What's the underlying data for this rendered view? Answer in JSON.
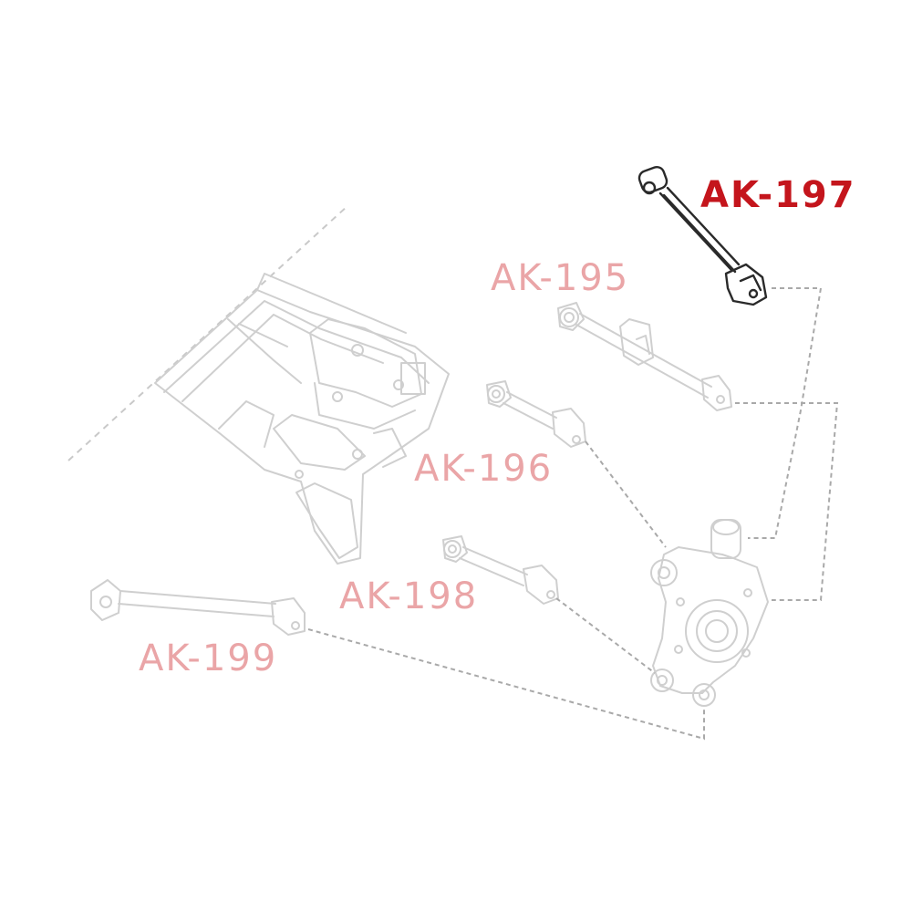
{
  "labels": {
    "ak197": "AK-197",
    "ak195": "AK-195",
    "ak196": "AK-196",
    "ak198": "AK-198",
    "ak199": "AK-199"
  },
  "highlighted_part": "AK-197",
  "colors": {
    "highlight_label": "#c4151c",
    "faded_label": "#eaa5a7",
    "ghost_outline": "#cfcfcf",
    "highlight_outline": "#2a2a2a",
    "leader_line": "#a9a9a9"
  }
}
